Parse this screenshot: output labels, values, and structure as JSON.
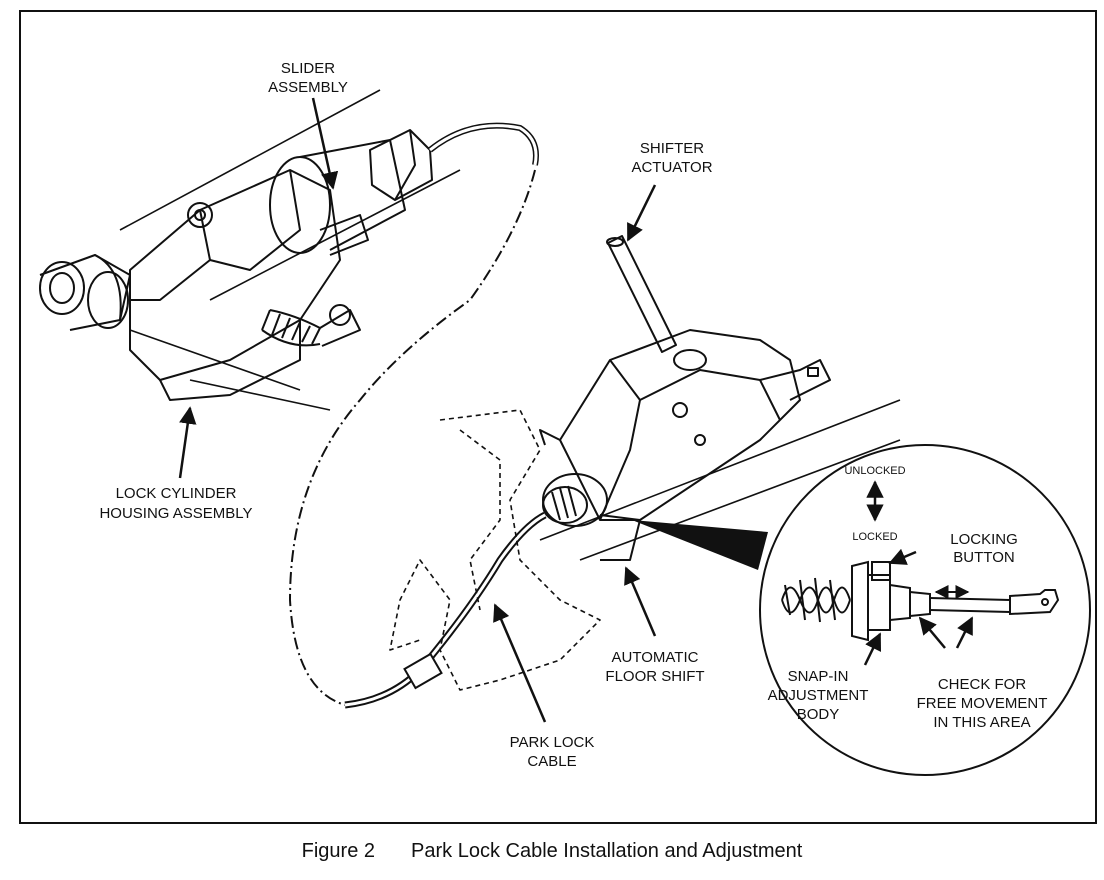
{
  "labels": {
    "slider": [
      "SLIDER",
      "ASSEMBLY"
    ],
    "shifter": [
      "SHIFTER",
      "ACTUATOR"
    ],
    "lock_cylinder": [
      "LOCK CYLINDER",
      "HOUSING ASSEMBLY"
    ],
    "unlocked": "UNLOCKED",
    "locked": "LOCKED",
    "locking_button": [
      "LOCKING",
      "BUTTON"
    ],
    "auto_floor_shift": [
      "AUTOMATIC",
      "FLOOR SHIFT"
    ],
    "snap_in": [
      "SNAP-IN",
      "ADJUSTMENT",
      "BODY"
    ],
    "check": [
      "CHECK FOR",
      "FREE MOVEMENT",
      "IN THIS AREA"
    ],
    "park_lock_cable": [
      "PARK LOCK",
      "CABLE"
    ]
  },
  "caption": {
    "figure": "Figure 2",
    "title": "Park Lock Cable Installation and Adjustment"
  }
}
